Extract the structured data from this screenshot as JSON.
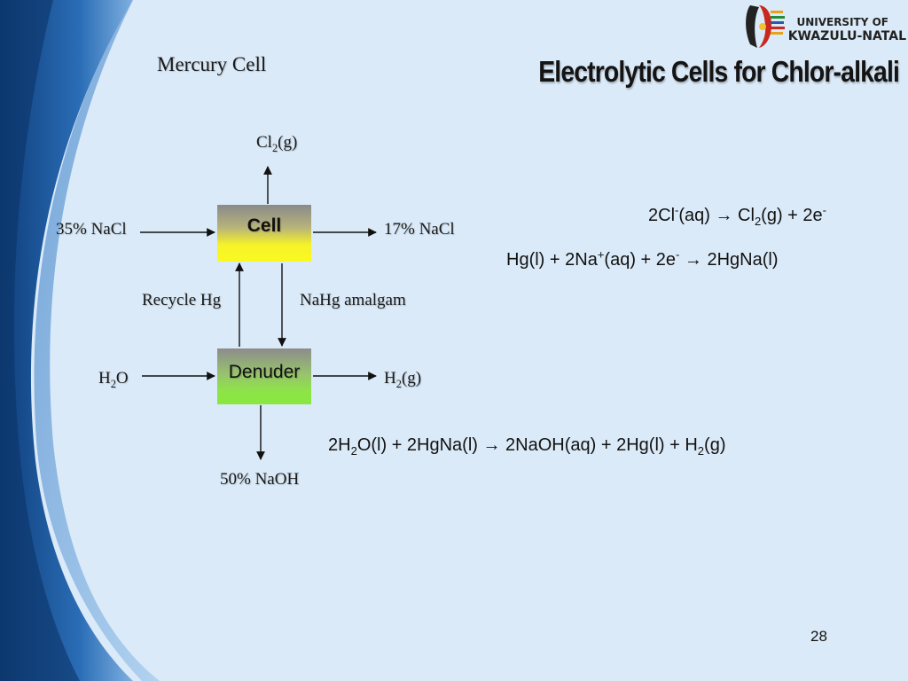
{
  "slide": {
    "subtitle": "Mercury Cell",
    "title": "Electrolytic Cells for Chlor-alkali",
    "page_number": "28"
  },
  "logo": {
    "line1": "UNIVERSITY OF",
    "line2": "KWAZULU-NATAL"
  },
  "diagram": {
    "cell_label": "Cell",
    "denuder_label": "Denuder",
    "cl2_out": {
      "base": "Cl",
      "sub": "2",
      "rest": "(g)"
    },
    "nacl_in": "35% NaCl",
    "nacl_out": "17% NaCl",
    "recycle_hg": "Recycle Hg",
    "nahg_amalgam": "NaHg amalgam",
    "water_in": {
      "base": "H",
      "sub": "2",
      "rest": "O"
    },
    "h2_out": {
      "base": "H",
      "sub": "2",
      "rest": "(g)"
    },
    "naoh_out": "50% NaOH"
  },
  "equations": {
    "eq1": {
      "a": "2Cl",
      "a_sup": "-",
      "b": "(aq) → Cl",
      "b_sub": "2",
      "c": "(g) + 2e",
      "c_sup": "-"
    },
    "eq2": {
      "a": "Hg(l) + 2Na",
      "a_sup": "+",
      "b": "(aq) + 2e",
      "b_sup": "-",
      "c": " → 2HgNa(l)"
    },
    "eq3": {
      "a": "2H",
      "a_sub": "2",
      "b": "O(l) + 2HgNa(l) → 2NaOH(aq) + 2Hg(l) + H",
      "b_sub": "2",
      "c": "(g)"
    }
  },
  "colors": {
    "background": "#dbeaf8",
    "swoosh": "#1f5fa8",
    "cell_box": "#fbf920",
    "denuder_box": "#88e83c"
  }
}
